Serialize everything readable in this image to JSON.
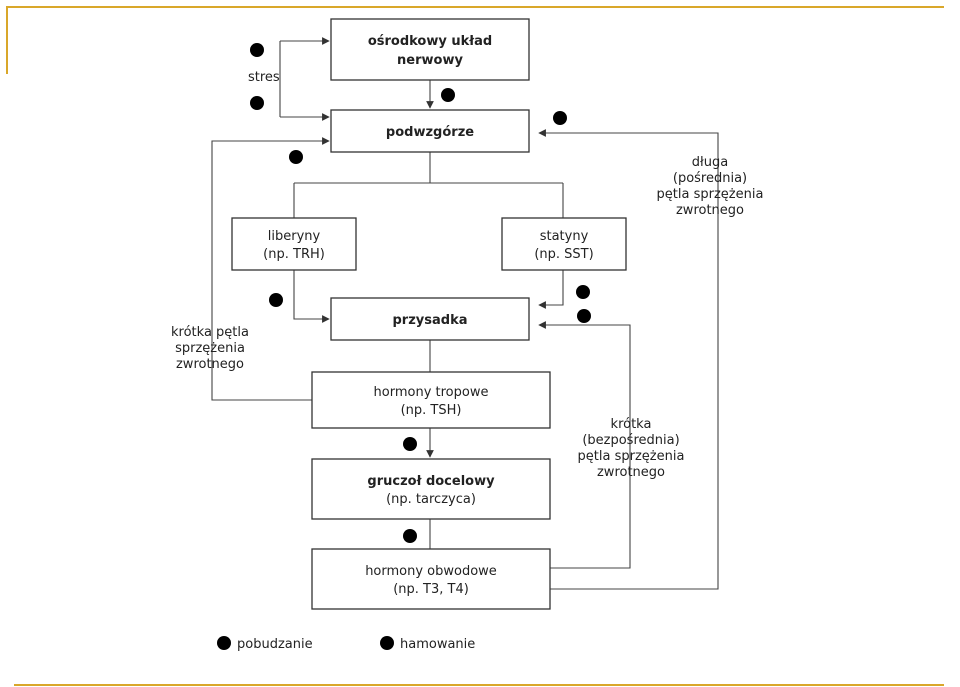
{
  "nodes": {
    "cns": {
      "line1": "ośrodkowy układ",
      "line2": "nerwowy"
    },
    "hypothalamus": {
      "label": "podwzgórze"
    },
    "liberins": {
      "line1": "liberyny",
      "line2": "(np. TRH)"
    },
    "statins": {
      "line1": "statyny",
      "line2": "(np. SST)"
    },
    "pituitary": {
      "label": "przysadka"
    },
    "tropic": {
      "line1": "hormony tropowe",
      "line2": "(np. TSH)"
    },
    "gland": {
      "line1": "gruczoł docelowy",
      "line2": "(np. tarczyca)"
    },
    "peripheral": {
      "line1": "hormony obwodowe",
      "line2": "(np. T3, T4)"
    }
  },
  "labels": {
    "stress": "stres",
    "long_loop": [
      "długa",
      "(pośrednia)",
      "pętla sprzężenia",
      "zwrotnego"
    ],
    "short_loop": [
      "krótka pętla",
      "sprzężenia",
      "zwrotnego"
    ],
    "direct_loop": [
      "krótka",
      "(bezpośrednia)",
      "pętla sprzężenia",
      "zwrotnego"
    ]
  },
  "legend": {
    "plus_label": "pobudzanie",
    "minus_label": "hamowanie"
  },
  "colors": {
    "accent_rule": "#d9a72a"
  }
}
